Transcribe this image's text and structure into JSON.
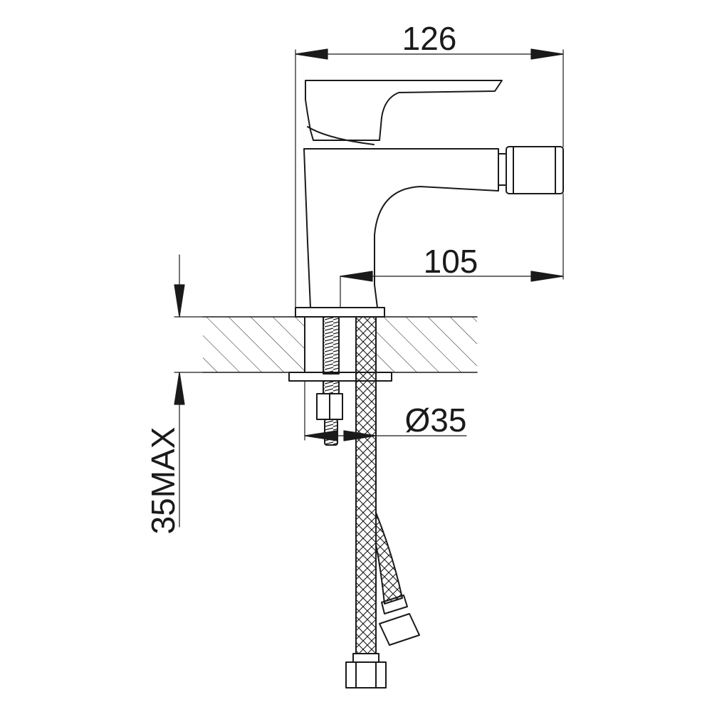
{
  "dimensions": {
    "overall_width": "126",
    "spout_reach": "105",
    "hole_diameter": "Ø35",
    "deck_thickness_max": "35MAX"
  },
  "colors": {
    "line": "#1a1a1a",
    "background": "#ffffff"
  }
}
